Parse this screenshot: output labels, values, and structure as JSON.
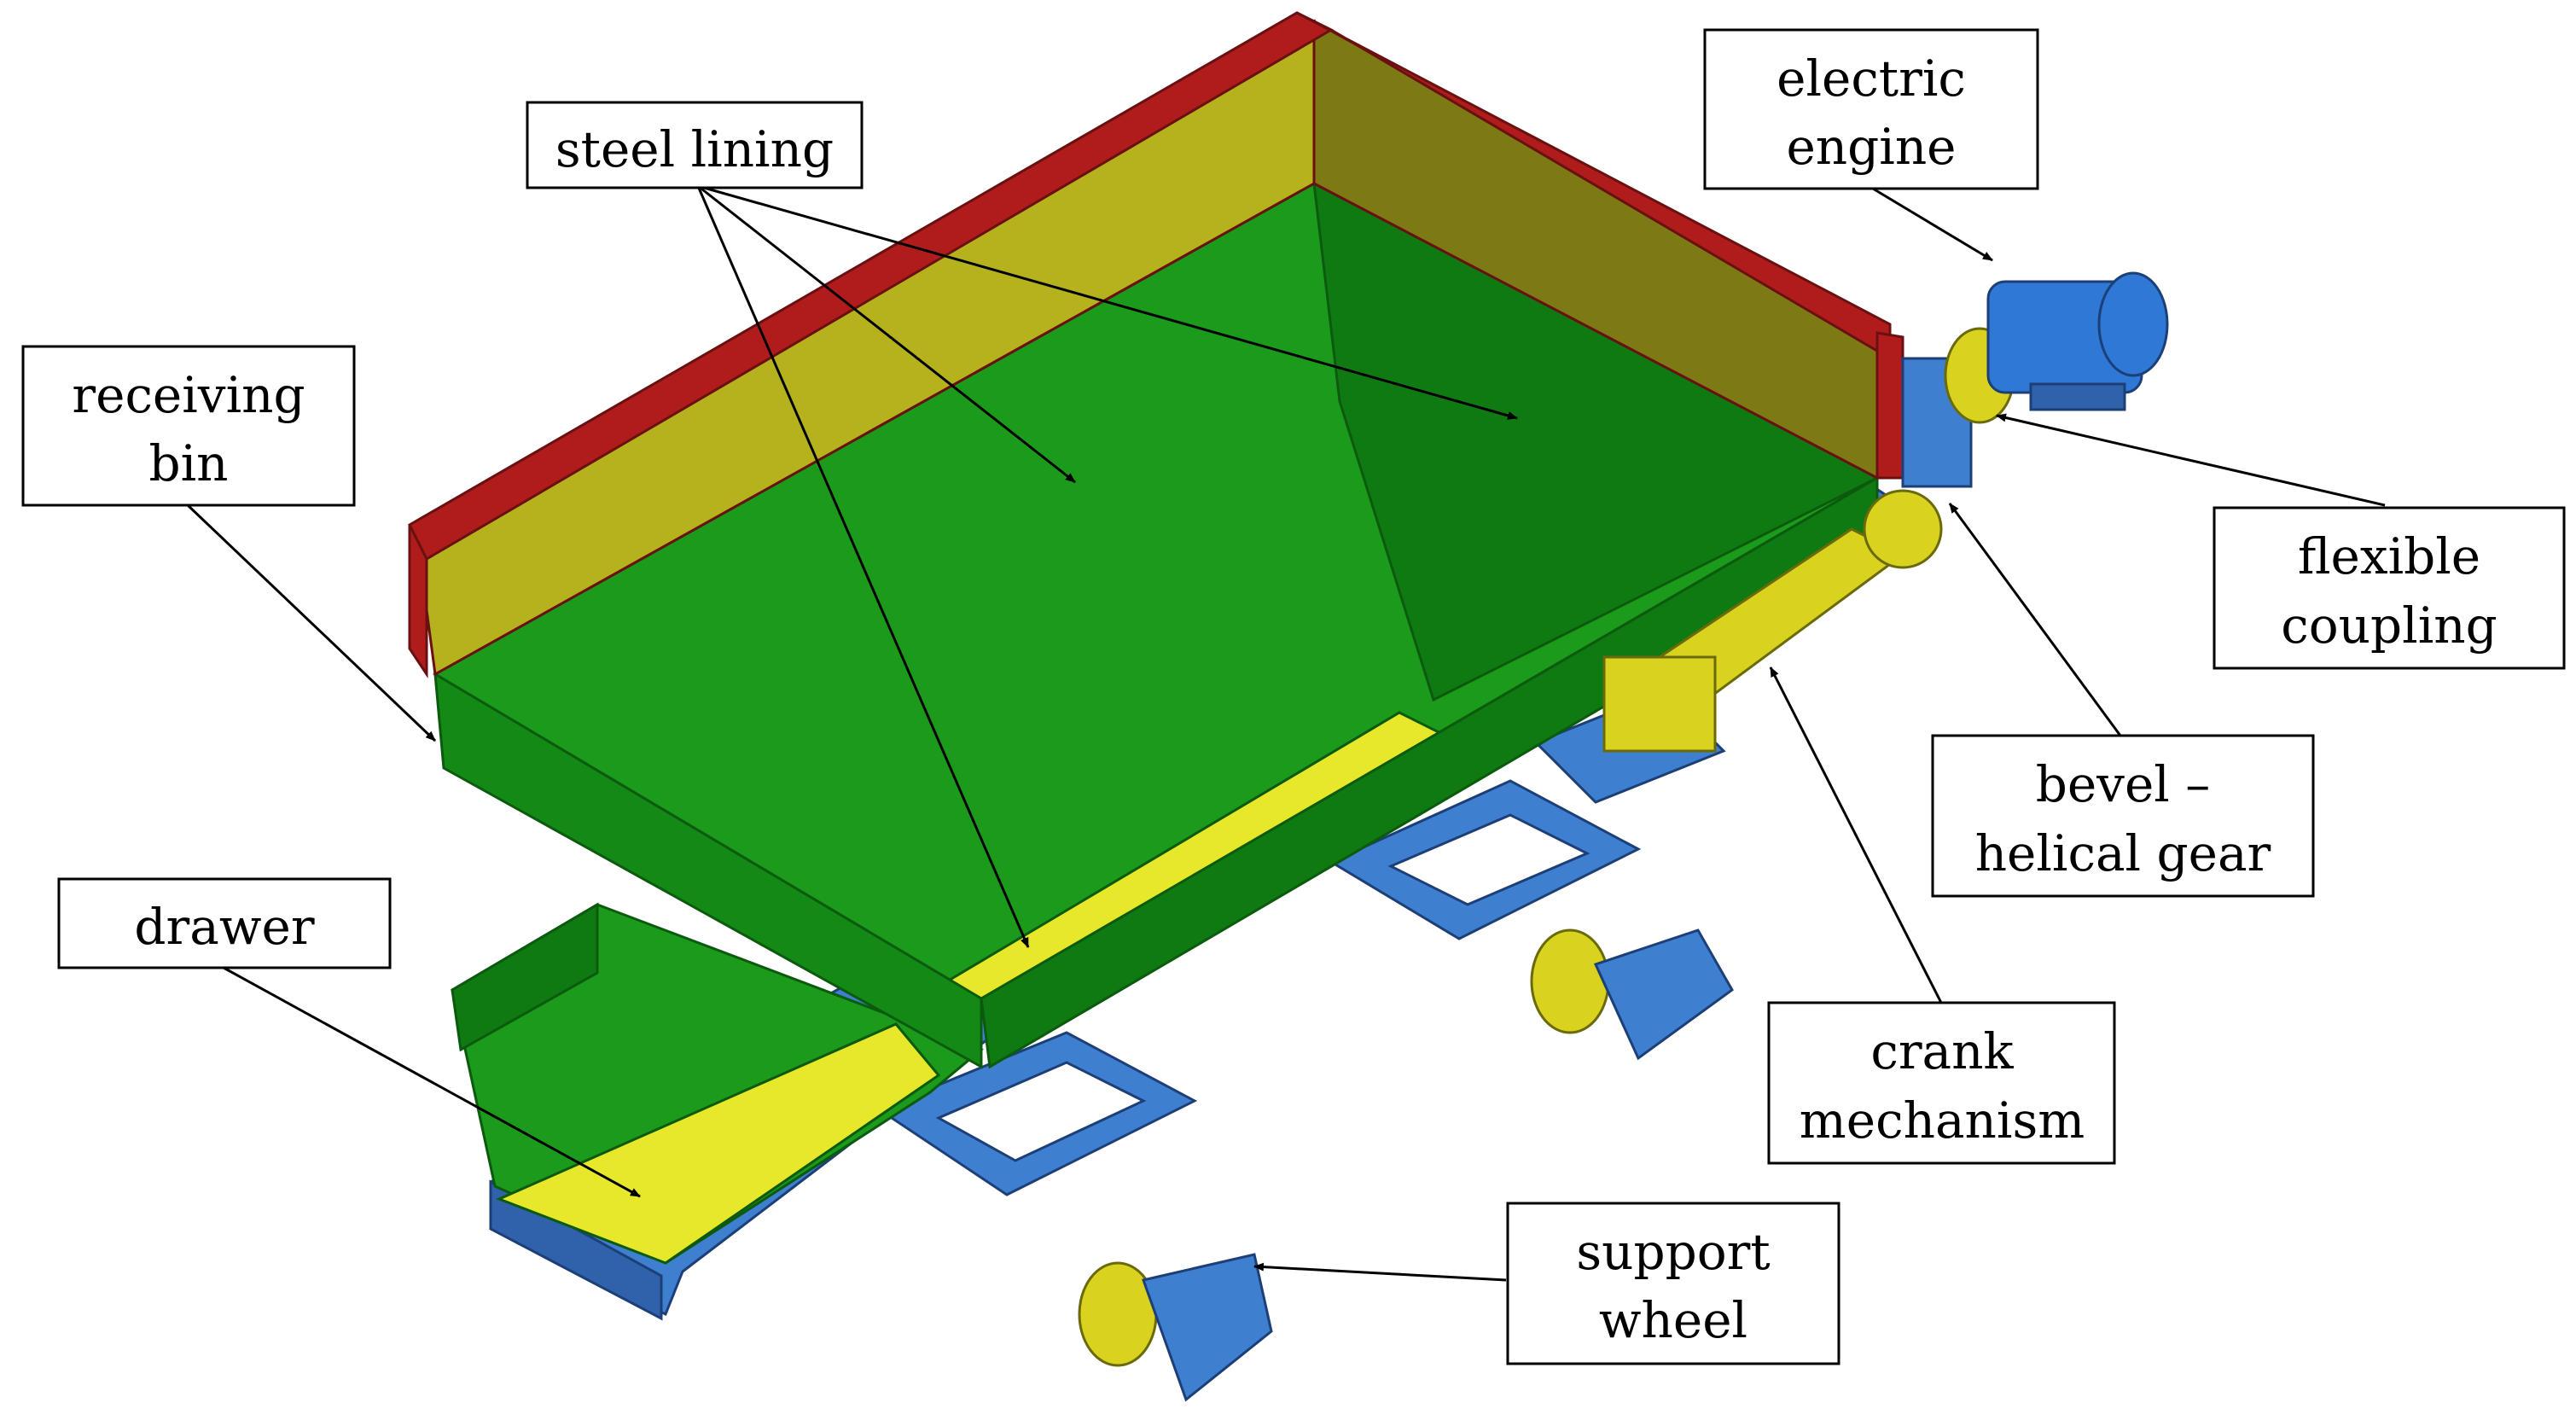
{
  "colors": {
    "hopper_green": "#1b9a1b",
    "hopper_green_dark": "#0f7a12",
    "lining_yellow": "#b5b21e",
    "floor_yellow": "#e8e82a",
    "rim_red": "#b01c1c",
    "frame_blue": "#3f7fd0",
    "drive_yellow": "#d9d31f",
    "motor_blue": "#2f78d6"
  },
  "labels": {
    "steel_lining": [
      "steel lining"
    ],
    "electric_engine": [
      "electric",
      "engine"
    ],
    "receiving_bin": [
      "receiving",
      "bin"
    ],
    "flexible_coupling": [
      "flexible",
      "coupling"
    ],
    "bevel_helical_gear": [
      "bevel –",
      "helical gear"
    ],
    "drawer": [
      "drawer"
    ],
    "crank_mechanism": [
      "crank",
      "mechanism"
    ],
    "support_wheel": [
      "support",
      "wheel"
    ]
  }
}
